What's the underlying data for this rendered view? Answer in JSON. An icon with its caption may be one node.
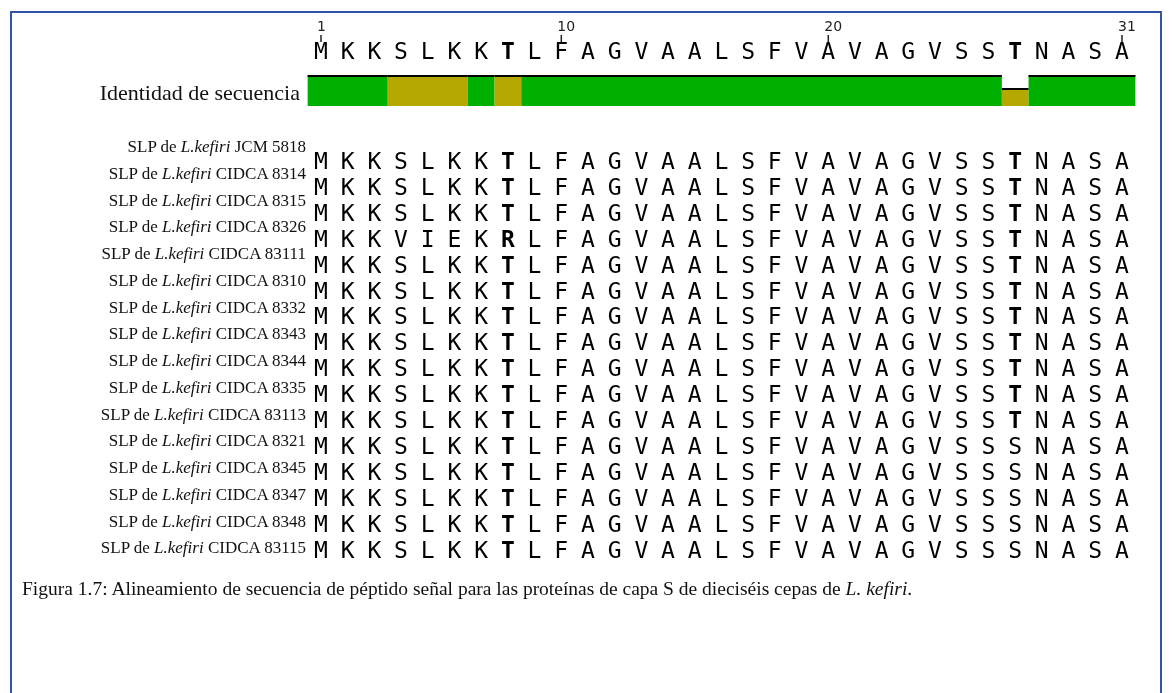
{
  "diagram": {
    "caption": "Figura 1.7: Alineamiento de secuencia de péptido señal para las proteínas de capa S de dieciséis cepas de *L. kefiri*.",
    "labels": [
      "1",
      "10",
      "20",
      "31",
      "MKKSLKK**T**LFAGVAALSFVAVAGVSS**T**NASA",
      "Identidad de secuencia",
      "SLP de *L.kefiri* JCM 5818",
      "MKKSLKK**T**LFAGVAALSFVAVAGVSS**T**NASA",
      "SLP de *L.kefiri* CIDCA 8314",
      "MKKSLKK**T**LFAGVAALSFVAVAGVSS**T**NASA",
      "SLP de *L.kefiri* CIDCA 8315",
      "MKKSLKK**T**LFAGVAALSFVAVAGVSS**T**NASA",
      "SLP de *L.kefiri* CIDCA 8326",
      "MKKVIEK**R**LFAGVAALSFVAVAGVSS**T**NASA",
      "SLP de *L.kefiri* CIDCA 83111",
      "MKKSLKK**T**LFAGVAALSFVAVAGVSS**T**NASA",
      "SLP de *L.kefiri* CIDCA 8310",
      "MKKSLKK**T**LFAGVAALSFVAVAGVSS**T**NASA",
      "SLP de *L.kefiri* CIDCA 8332",
      "MKKSLKK**T**LFAGVAALSFVAVAGVSS**T**NASA",
      "SLP de *L.kefiri* CIDCA 8343",
      "MKKSLKK**T**LFAGVAALSFVAVAGVSS**T**NASA",
      "SLP de *L.kefiri* CIDCA 8344",
      "MKKSLKK**T**LFAGVAALSFVAVAGVSS**T**NASA",
      "SLP de *L.kefiri* CIDCA 8335",
      "MKKSLKK**T**LFAGVAALSFVAVAGVSS**T**NASA",
      "SLP de *L.kefiri* CIDCA 83113",
      "MKKSLKK**T**LFAGVAALSFVAVAGVSS**T**NASA",
      "SLP de *L.kefiri* CIDCA 8321",
      "MKKSLKK**T**LFAGVAALSFVAVAGVSSSNASA",
      "SLP de *L.kefiri* CIDCA 8345",
      "MKKSLKK**T**LFAGVAALSFVAVAGVSSSNASA",
      "SLP de *L.kefiri* CIDCA 8347",
      "MKKSLKK**T**LFAGVAALSFVAVAGVSSSNASA",
      "SLP de *L.kefiri* CIDCA 8348",
      "MKKSLKK**T**LFAGVAALSFVAVAGVSSSNASA",
      "SLP de *L.kefiri* CIDCA 83115",
      "MKKSLKK**T**LFAGVAALSFVAVAGVSSSNASA"
    ]
  }
}
